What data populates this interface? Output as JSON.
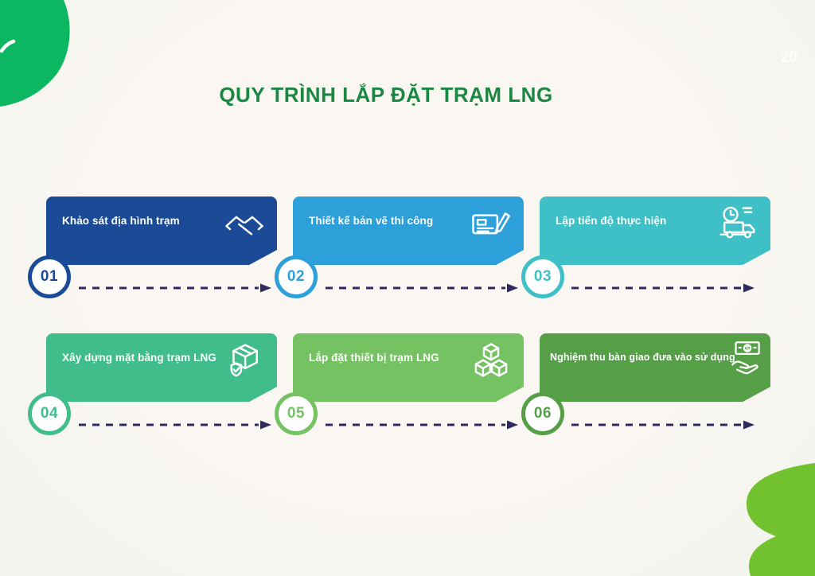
{
  "page": {
    "title": "QUY TRÌNH LẮP ĐẶT TRẠM LNG",
    "page_number": "20"
  },
  "colors": {
    "bg-a": "#faf6f2",
    "bg-b": "#f2f4ee",
    "title-green": "#1a8742",
    "arrow": "#2e2a5e",
    "blob-top-left": "#0db761",
    "blob-bottom-right": "#72c12f",
    "page-number": "#ffffff",
    "card-text": "#ffffff"
  },
  "steps": [
    {
      "number": "01",
      "label": "Khảo sát địa hình trạm",
      "color": "#1b4b96",
      "icon": "handshake-icon"
    },
    {
      "number": "02",
      "label": "Thiết kế bản vẽ thi công",
      "color": "#2d9fd9",
      "icon": "blueprint-pencil-icon"
    },
    {
      "number": "03",
      "label": "Lập tiến độ thực hiện",
      "color": "#3fc0c6",
      "icon": "truck-clock-icon"
    },
    {
      "number": "04",
      "label": "Xây dựng mặt bằng trạm LNG",
      "color": "#41bd8b",
      "icon": "package-shield-icon"
    },
    {
      "number": "05",
      "label": "Lắp đặt thiết bị trạm LNG",
      "color": "#74c261",
      "icon": "cubes-icon"
    },
    {
      "number": "06",
      "label": "Nghiệm thu bàn giao đưa vào sử dụng",
      "color": "#55a046",
      "icon": "money-hand-icon"
    }
  ]
}
